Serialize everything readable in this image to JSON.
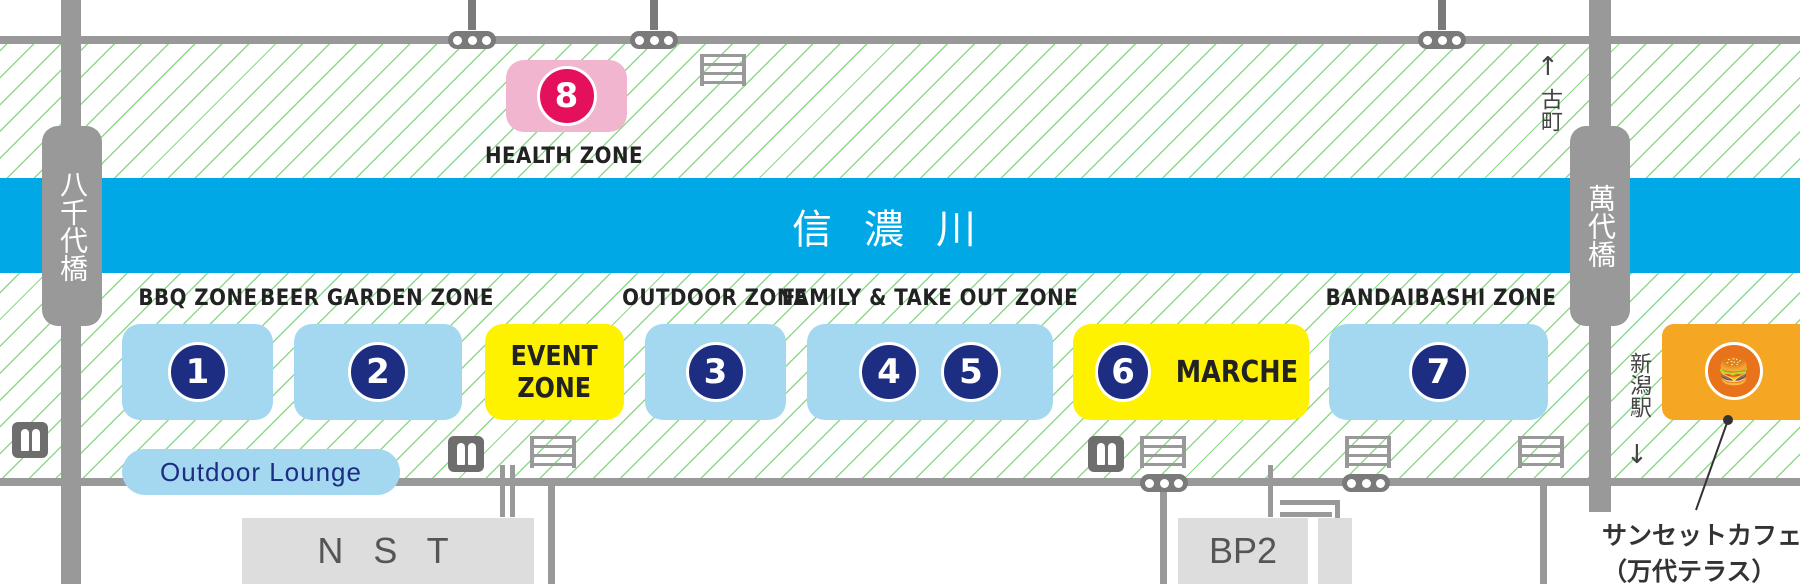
{
  "river": {
    "label": "信濃川"
  },
  "bridges": {
    "left": "八千代橋",
    "right": "萬代橋"
  },
  "zones": [
    {
      "key": "bbq",
      "label": "BBQ ZONE",
      "numbers": [
        "1"
      ]
    },
    {
      "key": "beer",
      "label": "BEER GARDEN ZONE",
      "numbers": [
        "2"
      ]
    },
    {
      "key": "event",
      "text": "EVENT\nZONE"
    },
    {
      "key": "outdoor",
      "label": "OUTDOOR ZONE",
      "numbers": [
        "3"
      ]
    },
    {
      "key": "family",
      "label": "FAMILY & TAKE OUT ZONE",
      "numbers": [
        "4",
        "5"
      ]
    },
    {
      "key": "marche",
      "numbers": [
        "6"
      ],
      "text": "MARCHE"
    },
    {
      "key": "bandaibashi",
      "label": "BANDAIBASHI ZONE",
      "numbers": [
        "7"
      ]
    },
    {
      "key": "health",
      "label": "HEALTH ZONE",
      "numbers": [
        "8"
      ]
    }
  ],
  "lounge": {
    "label": "Outdoor Lounge"
  },
  "buildings": {
    "nst": "N S T",
    "bp2": "BP2"
  },
  "directions": {
    "furumachi": "古町",
    "niigata_station": "新潟駅"
  },
  "cafe": {
    "line1": "サンセットカフェ",
    "line2": "（万代テラス）",
    "icon": "burger-drink-icon"
  },
  "icons": {
    "restroom": "restroom-icon",
    "stairs": "stairs-icon",
    "signal": "traffic-signal-icon"
  },
  "colors": {
    "river": "#00a8e6",
    "zone_blue": "#a4d8f1",
    "zone_yellow": "#fff200",
    "zone_pink": "#f2b5d0",
    "number_navy": "#1d2d82",
    "number_pink": "#e5105c",
    "cafe_orange": "#f5a623",
    "grass": "#8ed98b",
    "road": "#999999"
  }
}
